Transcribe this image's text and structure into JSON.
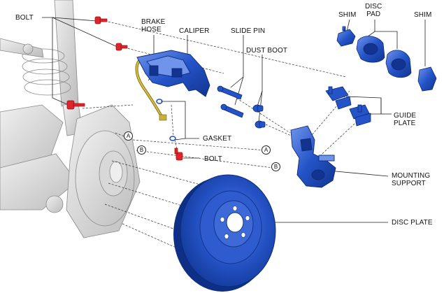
{
  "labels": {
    "bolt_top": "BOLT",
    "brake_hose": "BRAKE\nHOSE",
    "caliper": "CALIPER",
    "slide_pin": "SLIDE PIN",
    "dust_boot": "DUST BOOT",
    "shim_left": "SHIM",
    "disc_pad": "DISC\nPAD",
    "shim_right": "SHIM",
    "guide_plate": "GUIDE\nPLATE",
    "gasket": "GASKET",
    "bolt_bottom": "BOLT",
    "mounting_support": "MOUNTING\nSUPPORT",
    "disc_plate": "DISC PLATE"
  },
  "markers": {
    "a": "A",
    "b": "B"
  },
  "colors": {
    "part_blue": "#1f4fc9",
    "part_blue_dark": "#102f88",
    "part_blue_light": "#6f94ea",
    "bolt_red": "#e0242a",
    "hose_yellow": "#c9b23a",
    "suspension_gray": "#c9c9c9"
  }
}
